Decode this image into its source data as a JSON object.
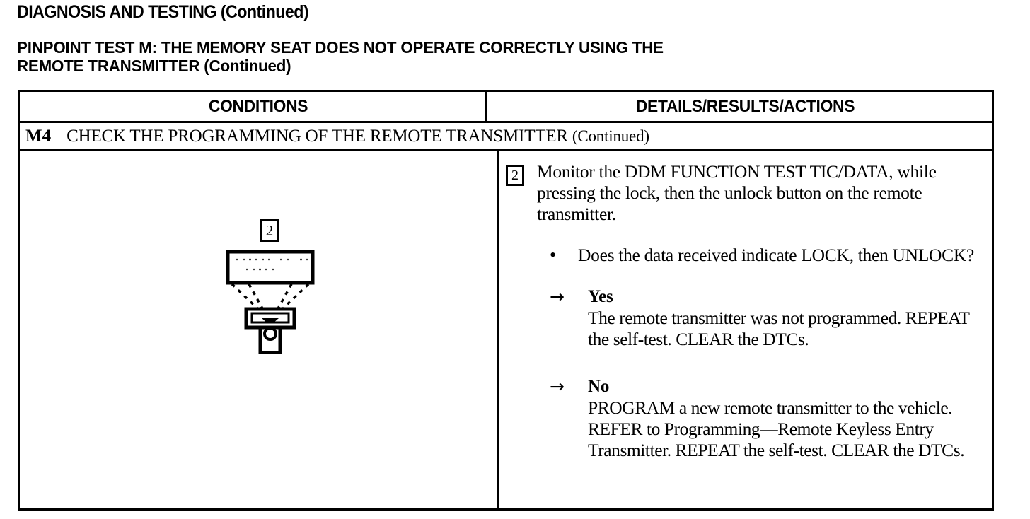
{
  "document": {
    "title": "DIAGNOSIS AND TESTING (Continued)",
    "test_heading_line1": "PINPOINT TEST M:  THE MEMORY SEAT DOES NOT OPERATE CORRECTLY USING THE",
    "test_heading_line2": "REMOTE TRANSMITTER (Continued)"
  },
  "table": {
    "headers": {
      "conditions": "CONDITIONS",
      "details": "DETAILS/RESULTS/ACTIONS"
    },
    "step_row": {
      "id": "M4",
      "text": "CHECK THE PROGRAMMING OF THE REMOTE TRANSMITTER ",
      "continued": "(Continued)"
    }
  },
  "diagram": {
    "callout_number": "2",
    "scan_tool_label": "scan-tool-display",
    "transmitter_label": "remote-transmitter",
    "ray_count": 4
  },
  "details": {
    "callout_number": "2",
    "instruction": "Monitor the DDM FUNCTION TEST TIC/DATA, while pressing the lock, then the unlock button on the remote transmitter.",
    "bullet_symbol": "•",
    "question": "Does the data received indicate LOCK, then UNLOCK?",
    "branches": [
      {
        "arrow": "→",
        "label": "Yes",
        "text": "The remote transmitter was not programmed. REPEAT the self-test. CLEAR the DTCs."
      },
      {
        "arrow": "→",
        "label": "No",
        "text": "PROGRAM a new remote transmitter to the vehicle. REFER to Programming—Remote Keyless Entry Transmitter. REPEAT the self-test. CLEAR the DTCs."
      }
    ]
  },
  "colors": {
    "ink": "#000000",
    "paper": "#ffffff"
  }
}
